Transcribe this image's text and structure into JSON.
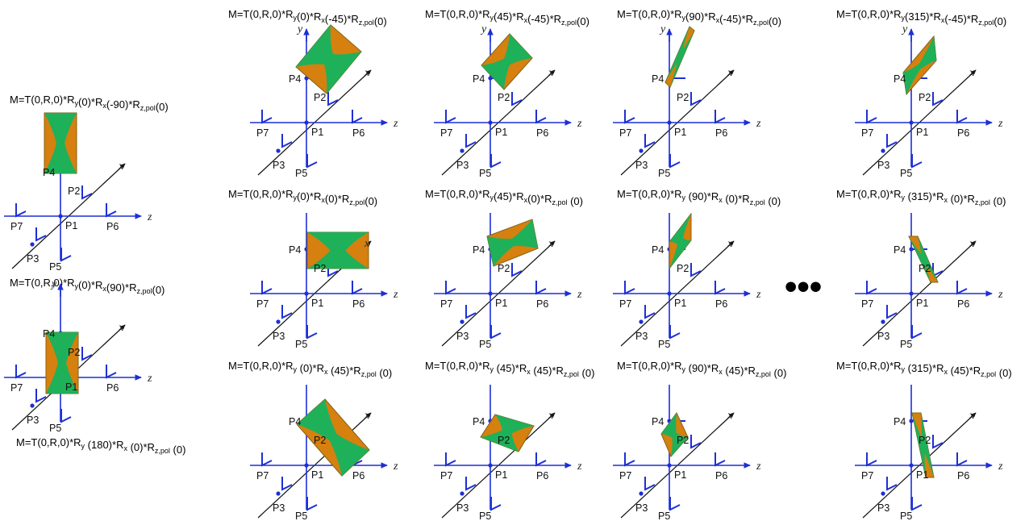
{
  "colors": {
    "axis": "#1d2fd6",
    "diag": "#111111",
    "orange": "#d5800f",
    "green": "#1fb05a"
  },
  "point_labels": {
    "p1": "P1",
    "p2": "P2",
    "p3": "P3",
    "p4": "P4",
    "p5": "P5",
    "p6": "P6",
    "p7": "P7"
  },
  "axis_labels": {
    "x": "x",
    "y": "y",
    "z": "z"
  },
  "ellipsis": "•••",
  "panels": [
    {
      "id": "rx-neg90",
      "title": [
        "M=T(0,R,0)*R",
        [
          "sub",
          "y"
        ],
        "(0)*R",
        [
          "sub",
          "x"
        ],
        "(-90)*R",
        [
          "sub",
          "z,pol"
        ],
        "(0)"
      ]
    },
    {
      "id": "rx-90",
      "title": [
        "M=T(0,R,0)*R",
        [
          "sub",
          "y"
        ],
        "(0)*R",
        [
          "sub",
          "x"
        ],
        "(90)*R",
        [
          "sub",
          "z,pol"
        ],
        "(0)"
      ]
    },
    {
      "id": "ry-180",
      "title": [
        "M=T(0,R,0)*R",
        [
          "sub",
          "y"
        ],
        " (180)*R",
        [
          "sub",
          "x"
        ],
        " (0)*R",
        [
          "sub",
          "z,pol"
        ],
        " (0)"
      ]
    },
    {
      "id": "ry0-rx-neg45",
      "title": [
        "M=T(0,R,0)*R",
        [
          "sub",
          "y"
        ],
        "(0)*R",
        [
          "sub",
          "x"
        ],
        "(-45)*R",
        [
          "sub",
          "z,pol"
        ],
        "(0)"
      ]
    },
    {
      "id": "ry45-rx-neg45",
      "title": [
        "M=T(0,R,0)*R",
        [
          "sub",
          "y"
        ],
        "(45)*R",
        [
          "sub",
          "x"
        ],
        "(-45)*R",
        [
          "sub",
          "z,pol"
        ],
        "(0)"
      ]
    },
    {
      "id": "ry90-rx-neg45",
      "title": [
        "M=T(0,R,0)*R",
        [
          "sub",
          "y"
        ],
        "(90)*R",
        [
          "sub",
          "x"
        ],
        "(-45)*R",
        [
          "sub",
          "z,pol"
        ],
        "(0)"
      ]
    },
    {
      "id": "ry315-rx-neg45",
      "title": [
        "M=T(0,R,0)*R",
        [
          "sub",
          "y"
        ],
        "(315)*R",
        [
          "sub",
          "x"
        ],
        "(-45)*R",
        [
          "sub",
          "z,pol"
        ],
        "(0)"
      ]
    },
    {
      "id": "ry0-rx0",
      "title": [
        "M=T(0,R,0)*R",
        [
          "sub",
          "y"
        ],
        "(0)*R",
        [
          "sub",
          "x"
        ],
        "(0)*R",
        [
          "sub",
          "z,pol"
        ],
        "(0)"
      ]
    },
    {
      "id": "ry45-rx0",
      "title": [
        "M=T(0,R,0)*R",
        [
          "sub",
          "y"
        ],
        "(45)*R",
        [
          "sub",
          "x"
        ],
        "(0)*R",
        [
          "sub",
          "z,pol"
        ],
        " (0)"
      ]
    },
    {
      "id": "ry90-rx0",
      "title": [
        "M=T(0,R,0)*R",
        [
          "sub",
          "y"
        ],
        " (90)*R",
        [
          "sub",
          "x"
        ],
        " (0)*R",
        [
          "sub",
          "z,pol"
        ],
        " (0)"
      ]
    },
    {
      "id": "ry315-rx0",
      "title": [
        "M=T(0,R,0)*R",
        [
          "sub",
          "y"
        ],
        " (315)*R",
        [
          "sub",
          "x"
        ],
        " (0)*R",
        [
          "sub",
          "z,pol"
        ],
        " (0)"
      ]
    },
    {
      "id": "ry0-rx45",
      "title": [
        "M=T(0,R,0)*R",
        [
          "sub",
          "y"
        ],
        " (0)*R",
        [
          "sub",
          "x"
        ],
        " (45)*R",
        [
          "sub",
          "z,pol"
        ],
        " (0)"
      ]
    },
    {
      "id": "ry45-rx45",
      "title": [
        "M=T(0,R,0)*R",
        [
          "sub",
          "y"
        ],
        " (45)*R",
        [
          "sub",
          "x"
        ],
        " (45)*R",
        [
          "sub",
          "z,pol"
        ],
        " (0)"
      ]
    },
    {
      "id": "ry90-rx45",
      "title": [
        "M=T(0,R,0)*R",
        [
          "sub",
          "y"
        ],
        " (90)*R",
        [
          "sub",
          "x"
        ],
        " (45)*R",
        [
          "sub",
          "z,pol"
        ],
        " (0)"
      ]
    },
    {
      "id": "ry315-rx45",
      "title": [
        "M=T(0,R,0)*R",
        [
          "sub",
          "y"
        ],
        " (315)*R",
        [
          "sub",
          "x"
        ],
        " (45)*R",
        [
          "sub",
          "z,pol"
        ],
        " (0)"
      ]
    }
  ]
}
